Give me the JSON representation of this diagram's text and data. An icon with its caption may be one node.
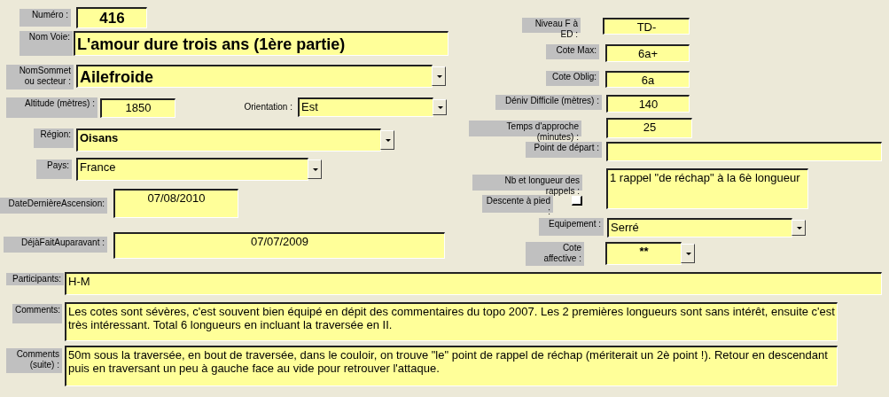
{
  "diagram": {
    "labels": [
      "Numéro :",
      "416",
      "Nom Voie:",
      "L'amour dure trois ans (1ère partie)",
      "NomSommet ou secteur :",
      "Ailefroide",
      "Altitude (mètres) :",
      "1850",
      "Orientation :",
      "Est",
      "Région:",
      "Oisans",
      "Pays:",
      "France",
      "DateDernièreAscension:",
      "07/08/2010",
      "DéjàFaitAuparavant :",
      "07/07/2009",
      "Niveau F à ED :",
      "TD-",
      "Cote Max:",
      "6a+",
      "Cote Oblig:",
      "6a",
      "Déniv Difficile (mètres) :",
      "140",
      "Temps d'approche (minutes) :",
      "25",
      "Point de départ :",
      "Nb et longueur des rappels :",
      "1 rappel \"de réchap\" à la 6è longueur",
      "Descente à pied :",
      "Equipement :",
      "Serré",
      "Cote affective :",
      "**",
      "Participants:",
      "H-M",
      "Comments:",
      "Les cotes sont sévères, c'est souvent bien équipé en dépit des commentaires du topo 2007. Les 2 premières longueurs sont sans intérêt, ensuite c'est très intéressant. Total 6 longueurs en incluant la traversée en II.",
      "Comments (suite) :",
      "50m sous la traversée, en bout de traversée, dans le couloir, on trouve \"le\" point de rappel de réchap (mériterait un 2è point !). Retour en descendant puis en traversant un peu à gauche face au vide pour retrouver l'attaque."
    ]
  }
}
